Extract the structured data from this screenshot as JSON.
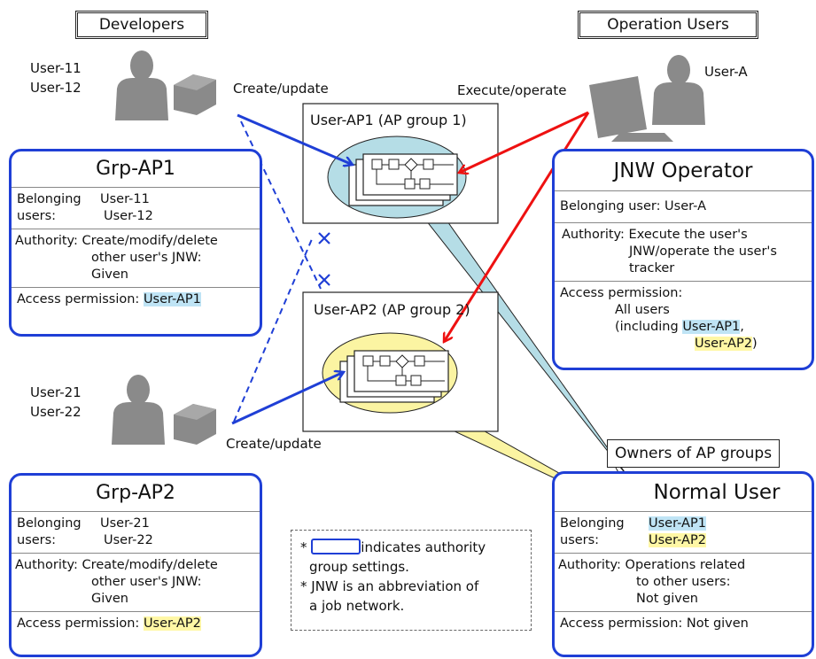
{
  "headers": {
    "developers": "Developers",
    "operation_users": "Operation Users"
  },
  "users": {
    "dev_top": [
      "User-11",
      "User-12"
    ],
    "dev_bottom": [
      "User-21",
      "User-22"
    ],
    "operator": "User-A"
  },
  "actions": {
    "create_update_top": "Create/update",
    "create_update_bottom": "Create/update",
    "execute_operate": "Execute/operate"
  },
  "ap_groups": {
    "ap1_title": "User-AP1 (AP group 1)",
    "ap2_title": "User-AP2 (AP group 2)"
  },
  "grp_ap1": {
    "title": "Grp-AP1",
    "belonging_label": [
      "Belonging",
      "users:"
    ],
    "belonging_values": [
      "User-11",
      "User-12"
    ],
    "authority": [
      "Authority: Create/modify/delete",
      "other user's JNW:",
      "Given"
    ],
    "access_label": "Access permission:",
    "access_value": "User-AP1"
  },
  "grp_ap2": {
    "title": "Grp-AP2",
    "belonging_label": [
      "Belonging",
      "users:"
    ],
    "belonging_values": [
      "User-21",
      "User-22"
    ],
    "authority": [
      "Authority: Create/modify/delete",
      "other user's JNW:",
      "Given"
    ],
    "access_label": "Access permission:",
    "access_value": "User-AP2"
  },
  "jnw_operator": {
    "title": "JNW Operator",
    "belonging": "Belonging user: User-A",
    "authority": [
      "Authority: Execute the user's",
      "JNW/operate the user's",
      "tracker"
    ],
    "access": [
      "Access permission:",
      "All users",
      "(including ",
      "User-AP1",
      ",",
      "User-AP2",
      ")"
    ]
  },
  "normal_user": {
    "title": "Normal User",
    "owners_label": "Owners of AP groups",
    "belonging_label": [
      "Belonging",
      "users:"
    ],
    "belonging_values": [
      "User-AP1",
      "User-AP2"
    ],
    "authority": [
      "Authority: Operations related",
      "to other users:",
      "Not given"
    ],
    "access": "Access permission: Not given"
  },
  "notes": {
    "prefix": "*",
    "line1": "indicates authority",
    "line2": "group settings.",
    "line3": "* JNW is an abbreviation of",
    "line4": "a job network."
  },
  "colors": {
    "blue": "#1f3fd6",
    "red": "#ee1111",
    "light_blue": "#bfe4f5",
    "light_yellow": "#fff7a5",
    "person": "#888888"
  },
  "icons": [
    "person-icon",
    "computer-icon",
    "job-network-icon",
    "cross-icon",
    "arrow"
  ]
}
